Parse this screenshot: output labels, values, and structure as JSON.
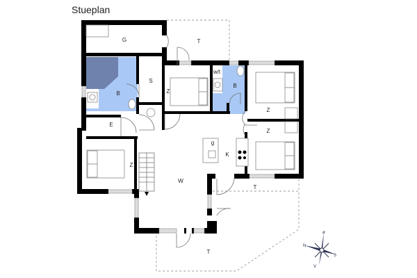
{
  "title": "Stueplan",
  "colors": {
    "bath_fill": "#a9c8f5",
    "shower_fill": "#6e82ad",
    "wall": "#000000",
    "compass": "#2b3150"
  },
  "rooms": {
    "garage": "G",
    "terrace_north": "T",
    "bath_west": "B",
    "storage": "S",
    "bedroom_center": "Z",
    "wc_label": "w/t",
    "bath_east": "B",
    "bedroom_ne": "Z",
    "bedroom_e": "Z",
    "entry": "E",
    "bedroom_west": "Z",
    "living": "W",
    "kitchen": "K",
    "kitchen_appliance": "g",
    "terrace_east": "T",
    "terrace_south": "T"
  },
  "compass": {
    "n": "N",
    "e": "ø",
    "s": "S",
    "w": "V"
  }
}
